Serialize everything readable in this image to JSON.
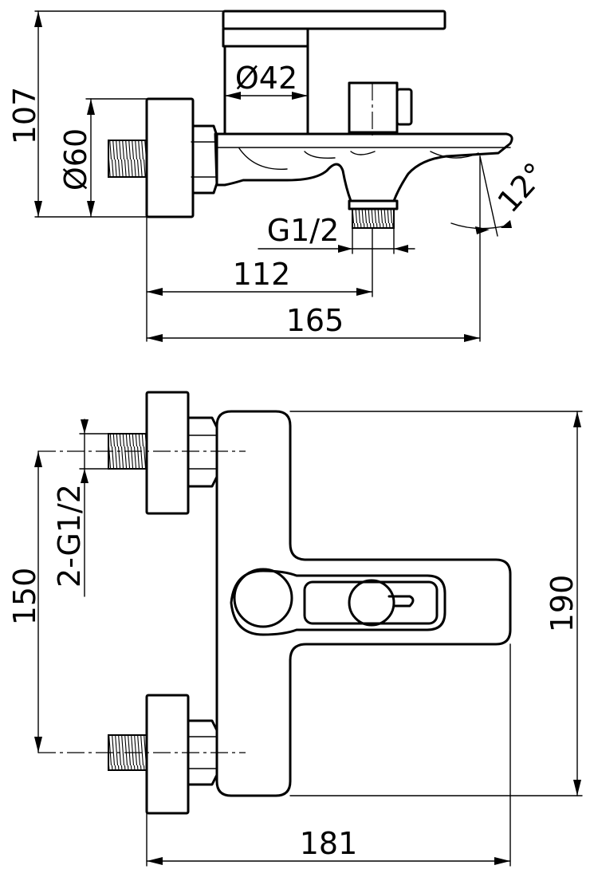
{
  "side_view": {
    "height_label": "107",
    "inlet_diameter_label": "Ø60",
    "body_diameter_label": "Ø42",
    "outlet_thread_label": "G1/2",
    "outlet_offset_label": "112",
    "total_depth_label": "165",
    "spout_angle_label": "12°"
  },
  "front_view": {
    "inlet_thread_label": "2-G1/2",
    "inlet_spacing_label": "150",
    "total_height_label": "190",
    "total_width_label": "181"
  }
}
